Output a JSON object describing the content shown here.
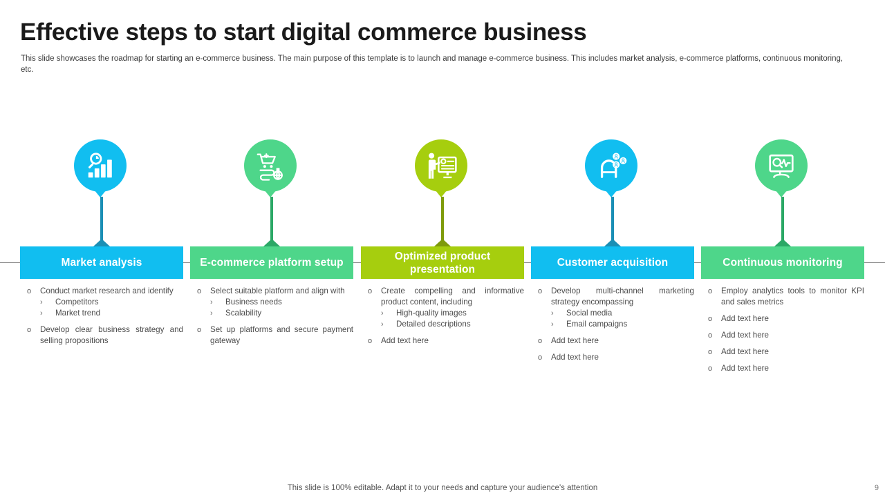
{
  "slide": {
    "title": "Effective steps to start digital commerce business",
    "subtitle": "This slide showcases the roadmap for starting an e-commerce business. The main purpose of this template is to launch and manage e-commerce business. This includes market analysis, e-commerce platforms, continuous monitoring, etc.",
    "footer_note": "This slide is 100% editable. Adapt it to your needs and capture your audience's attention",
    "page_number": "9"
  },
  "bullet_marker": "o",
  "sub_marker": "›",
  "colors": {
    "cyan": "#11BEF0",
    "cyan_dark": "#1A8FB5",
    "green": "#4ED68A",
    "green_dark": "#2BA866",
    "lime": "#A6CE0E",
    "lime_dark": "#7E9B0B",
    "axis": "#8a8a8a",
    "title": "#1a1a1a",
    "body": "#4d4d4d"
  },
  "steps": [
    {
      "id": "market-analysis",
      "label": "Market analysis",
      "icon": "market-research-icon",
      "color": "#11BEF0",
      "stem_color": "#1A8FB5",
      "items": [
        {
          "text": "Conduct market research and identify",
          "subs": [
            "Competitors",
            "Market trend"
          ]
        },
        {
          "text": "Develop clear business strategy and selling propositions",
          "subs": []
        }
      ]
    },
    {
      "id": "ecommerce-platform-setup",
      "label": "E-commerce platform setup",
      "icon": "shopping-cart-globe-icon",
      "color": "#4ED68A",
      "stem_color": "#2BA866",
      "items": [
        {
          "text": "Select suitable platform and align with",
          "subs": [
            "Business needs",
            "Scalability"
          ]
        },
        {
          "text": "Set up platforms and secure payment gateway",
          "subs": []
        }
      ]
    },
    {
      "id": "optimized-product-presentation",
      "label": "Optimized product presentation",
      "icon": "presenter-screen-icon",
      "color": "#A6CE0E",
      "stem_color": "#7E9B0B",
      "items": [
        {
          "text": "Create compelling and informative product content, including",
          "subs": [
            "High-quality images",
            "Detailed descriptions"
          ]
        },
        {
          "text": "Add text here",
          "subs": []
        }
      ]
    },
    {
      "id": "customer-acquisition",
      "label": "Customer acquisition",
      "icon": "magnet-users-icon",
      "color": "#11BEF0",
      "stem_color": "#1A8FB5",
      "items": [
        {
          "text": "Develop multi-channel marketing strategy encompassing",
          "subs": [
            "Social media",
            "Email campaigns"
          ]
        },
        {
          "text": "Add text here",
          "subs": []
        },
        {
          "text": "Add text here",
          "subs": []
        }
      ]
    },
    {
      "id": "continuous-monitoring",
      "label": "Continuous monitoring",
      "icon": "monitor-analytics-icon",
      "color": "#4ED68A",
      "stem_color": "#2BA866",
      "items": [
        {
          "text": "Employ analytics tools to monitor KPI and sales metrics",
          "subs": []
        },
        {
          "text": "Add text here",
          "subs": []
        },
        {
          "text": "Add text here",
          "subs": []
        },
        {
          "text": "Add text here",
          "subs": []
        },
        {
          "text": "Add text here",
          "subs": []
        }
      ]
    }
  ]
}
